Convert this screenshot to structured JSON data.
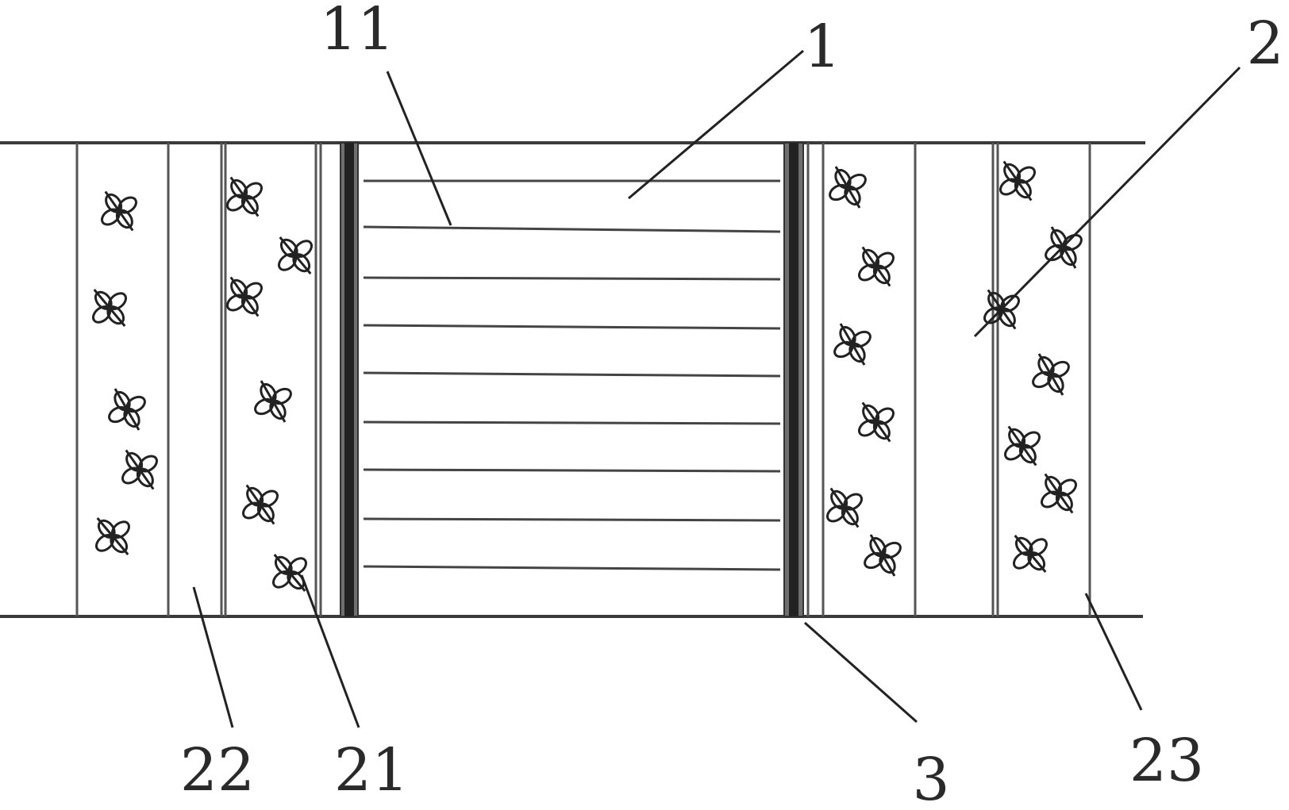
{
  "figure": {
    "labels": {
      "slat_line": "11",
      "center_section": "1",
      "planting_strip": "2",
      "band_left_outer": "22",
      "plants": "21",
      "edge_barrier": "3",
      "band_right_outer": "23"
    },
    "icons": {
      "plant": "plant-icon"
    },
    "colors": {
      "line": "#3a3a3a",
      "barrier_fill": "#6f6f6f",
      "barrier_core": "#111111",
      "background": "#ffffff"
    }
  }
}
